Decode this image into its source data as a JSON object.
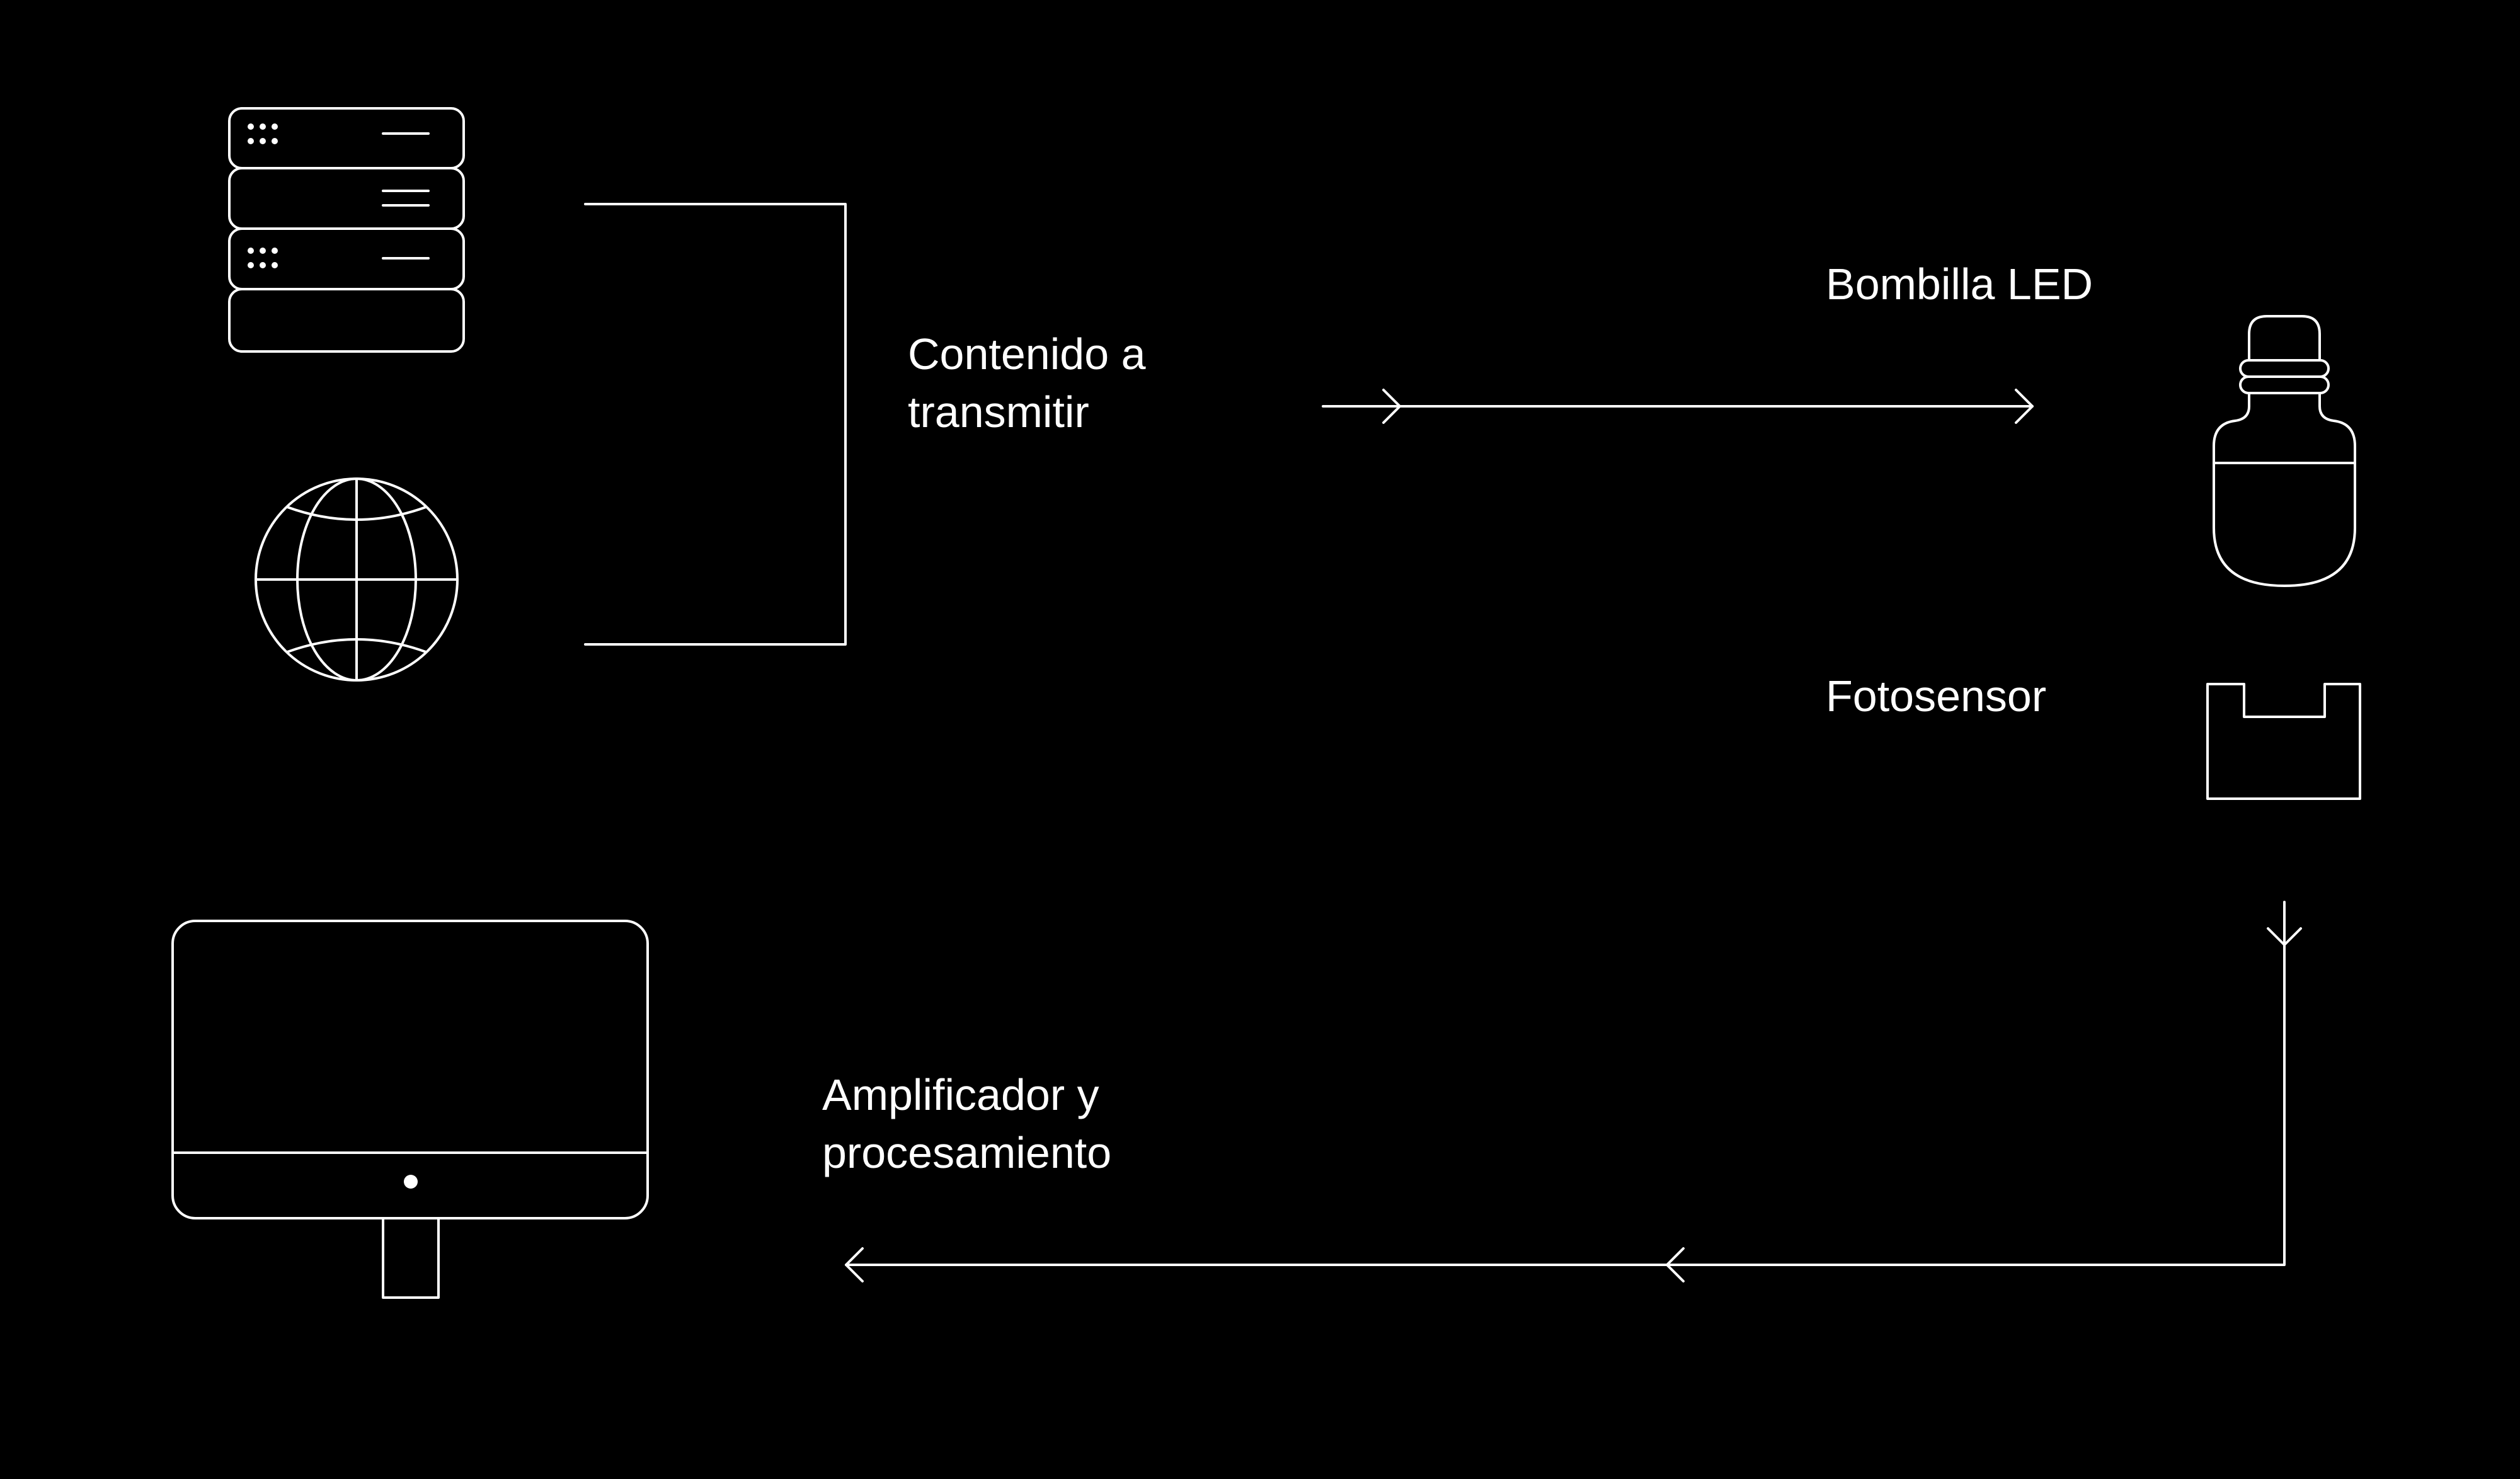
{
  "labels": {
    "content": [
      "Contenido a",
      "transmitir"
    ],
    "led_bulb": "Bombilla LED",
    "photosensor": "Fotosensor",
    "amplifier": [
      "Amplificador y",
      "procesamiento"
    ]
  },
  "icons": {
    "server": "server-rack-icon",
    "globe": "globe-icon",
    "led": "led-bulb-icon",
    "sensor": "photosensor-icon",
    "monitor": "monitor-icon"
  },
  "colors": {
    "background": "#000000",
    "foreground": "#ffffff"
  }
}
